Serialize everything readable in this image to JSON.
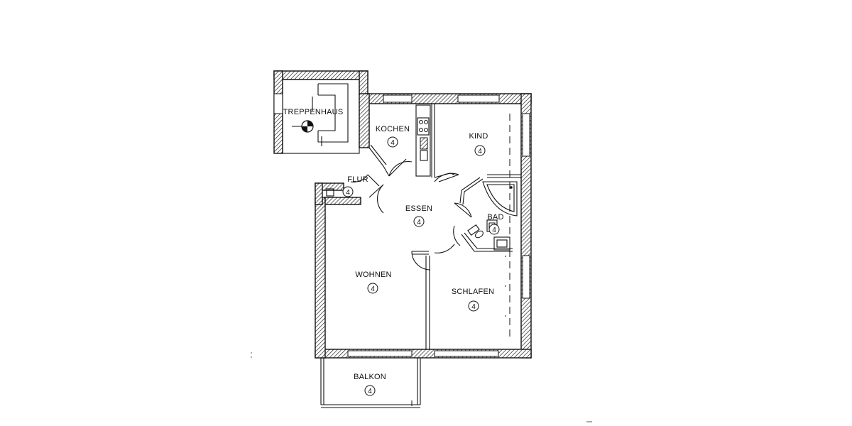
{
  "rooms": [
    {
      "key": "treppenhaus",
      "label": "TREPPENHAUS",
      "number": ""
    },
    {
      "key": "kochen",
      "label": "KOCHEN",
      "number": "4"
    },
    {
      "key": "kind",
      "label": "KIND",
      "number": "4"
    },
    {
      "key": "flur",
      "label": "FLUR",
      "number": "4"
    },
    {
      "key": "essen",
      "label": "ESSEN",
      "number": "4"
    },
    {
      "key": "bad",
      "label": "BAD",
      "number": "4"
    },
    {
      "key": "wohnen",
      "label": "WOHNEN",
      "number": "4"
    },
    {
      "key": "schlafen",
      "label": "SCHLAFEN",
      "number": "4"
    },
    {
      "key": "balkon",
      "label": "BALKON",
      "number": "4"
    }
  ],
  "symbols": {
    "stair_marker": "stair-direction-icon",
    "stove": "stove-icon",
    "sink": "sink-icon",
    "bathtub": "corner-bathtub-icon",
    "washbasin": "washbasin-icon",
    "toilet": "toilet-icon"
  },
  "colors": {
    "ink": "#111111",
    "paper": "#ffffff"
  }
}
